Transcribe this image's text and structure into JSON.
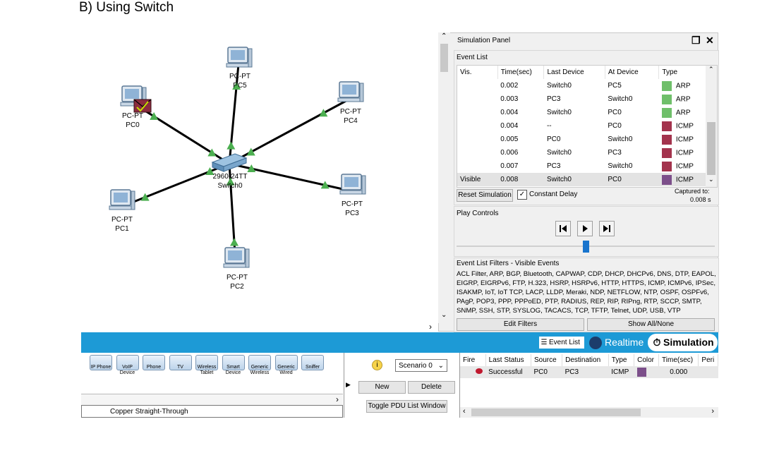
{
  "heading": "B) Using Switch",
  "topology": {
    "switch": {
      "type": "2960-24TT",
      "name": "Switch0"
    },
    "pcs": [
      {
        "type": "PC-PT",
        "name": "PC5"
      },
      {
        "type": "PC-PT",
        "name": "PC4"
      },
      {
        "type": "PC-PT",
        "name": "PC0"
      },
      {
        "type": "PC-PT",
        "name": "PC1"
      },
      {
        "type": "PC-PT",
        "name": "PC2"
      },
      {
        "type": "PC-PT",
        "name": "PC3"
      }
    ],
    "link_color": "#000000",
    "link_light_color": "#4caf50"
  },
  "sim_panel": {
    "title": "Simulation Panel",
    "event_list_label": "Event List",
    "columns": [
      "Vis.",
      "Time(sec)",
      "Last Device",
      "At Device",
      "Type"
    ],
    "events": [
      {
        "vis": "",
        "time": "0.002",
        "last": "Switch0",
        "at": "PC5",
        "type": "ARP",
        "color": "#6fbf6a"
      },
      {
        "vis": "",
        "time": "0.003",
        "last": "PC3",
        "at": "Switch0",
        "type": "ARP",
        "color": "#6fbf6a"
      },
      {
        "vis": "",
        "time": "0.004",
        "last": "Switch0",
        "at": "PC0",
        "type": "ARP",
        "color": "#6fbf6a"
      },
      {
        "vis": "",
        "time": "0.004",
        "last": "--",
        "at": "PC0",
        "type": "ICMP",
        "color": "#a3334d"
      },
      {
        "vis": "",
        "time": "0.005",
        "last": "PC0",
        "at": "Switch0",
        "type": "ICMP",
        "color": "#a3334d"
      },
      {
        "vis": "",
        "time": "0.006",
        "last": "Switch0",
        "at": "PC3",
        "type": "ICMP",
        "color": "#a3334d"
      },
      {
        "vis": "",
        "time": "0.007",
        "last": "PC3",
        "at": "Switch0",
        "type": "ICMP",
        "color": "#a3334d"
      },
      {
        "vis": "Visible",
        "time": "0.008",
        "last": "Switch0",
        "at": "PC0",
        "type": "ICMP",
        "color": "#7c4f8a"
      }
    ],
    "reset_button": "Reset Simulation",
    "constant_delay_label": "Constant Delay",
    "constant_delay_checked": true,
    "captured_label": "Captured to:",
    "captured_value": "0.008 s",
    "play_controls_label": "Play Controls",
    "filters_label": "Event List Filters - Visible Events",
    "filters_text": "ACL Filter, ARP, BGP, Bluetooth, CAPWAP, CDP, DHCP, DHCPv6, DNS, DTP, EAPOL, EIGRP, EIGRPv6, FTP, H.323, HSRP, HSRPv6, HTTP, HTTPS, ICMP, ICMPv6, IPSec, ISAKMP, IoT, IoT TCP, LACP, LLDP, Meraki, NDP, NETFLOW, NTP, OSPF, OSPFv6, PAgP, POP3, PPP, PPPoED, PTP, RADIUS, REP, RIP, RIPng, RTP, SCCP, SMTP, SNMP, SSH, STP, SYSLOG, TACACS, TCP, TFTP, Telnet, UDP, USB, VTP",
    "edit_filters_button": "Edit Filters",
    "show_all_button": "Show All/None"
  },
  "mode_bar": {
    "event_list_button": "Event List",
    "realtime_button": "Realtime",
    "simulation_button": "Simulation",
    "accent": "#1d9ad6"
  },
  "device_palette": {
    "items": [
      {
        "label": "IP Phone",
        "icon": "ip-phone-icon"
      },
      {
        "label": "VoIP\nDevice",
        "icon": "voip-device-icon"
      },
      {
        "label": "Phone",
        "icon": "phone-icon"
      },
      {
        "label": "TV",
        "icon": "tv-icon"
      },
      {
        "label": "Wireless\nTablet",
        "icon": "wireless-tablet-icon"
      },
      {
        "label": "Smart\nDevice",
        "icon": "smart-device-icon"
      },
      {
        "label": "Generic\nWireless",
        "icon": "generic-wireless-icon"
      },
      {
        "label": "Generic\nWired",
        "icon": "generic-wired-icon"
      },
      {
        "label": "Sniffer",
        "icon": "sniffer-icon"
      }
    ],
    "status_text": "Copper Straight-Through"
  },
  "scenario": {
    "selected": "Scenario 0",
    "new_button": "New",
    "delete_button": "Delete",
    "toggle_button": "Toggle PDU List Window"
  },
  "pdu_list": {
    "columns": [
      "Fire",
      "Last Status",
      "Source",
      "Destination",
      "Type",
      "Color",
      "Time(sec)",
      "Peri"
    ],
    "rows": [
      {
        "status": "Successful",
        "source": "PC0",
        "destination": "PC3",
        "type": "ICMP",
        "color": "#7c4f8a",
        "time": "0.000"
      }
    ]
  }
}
